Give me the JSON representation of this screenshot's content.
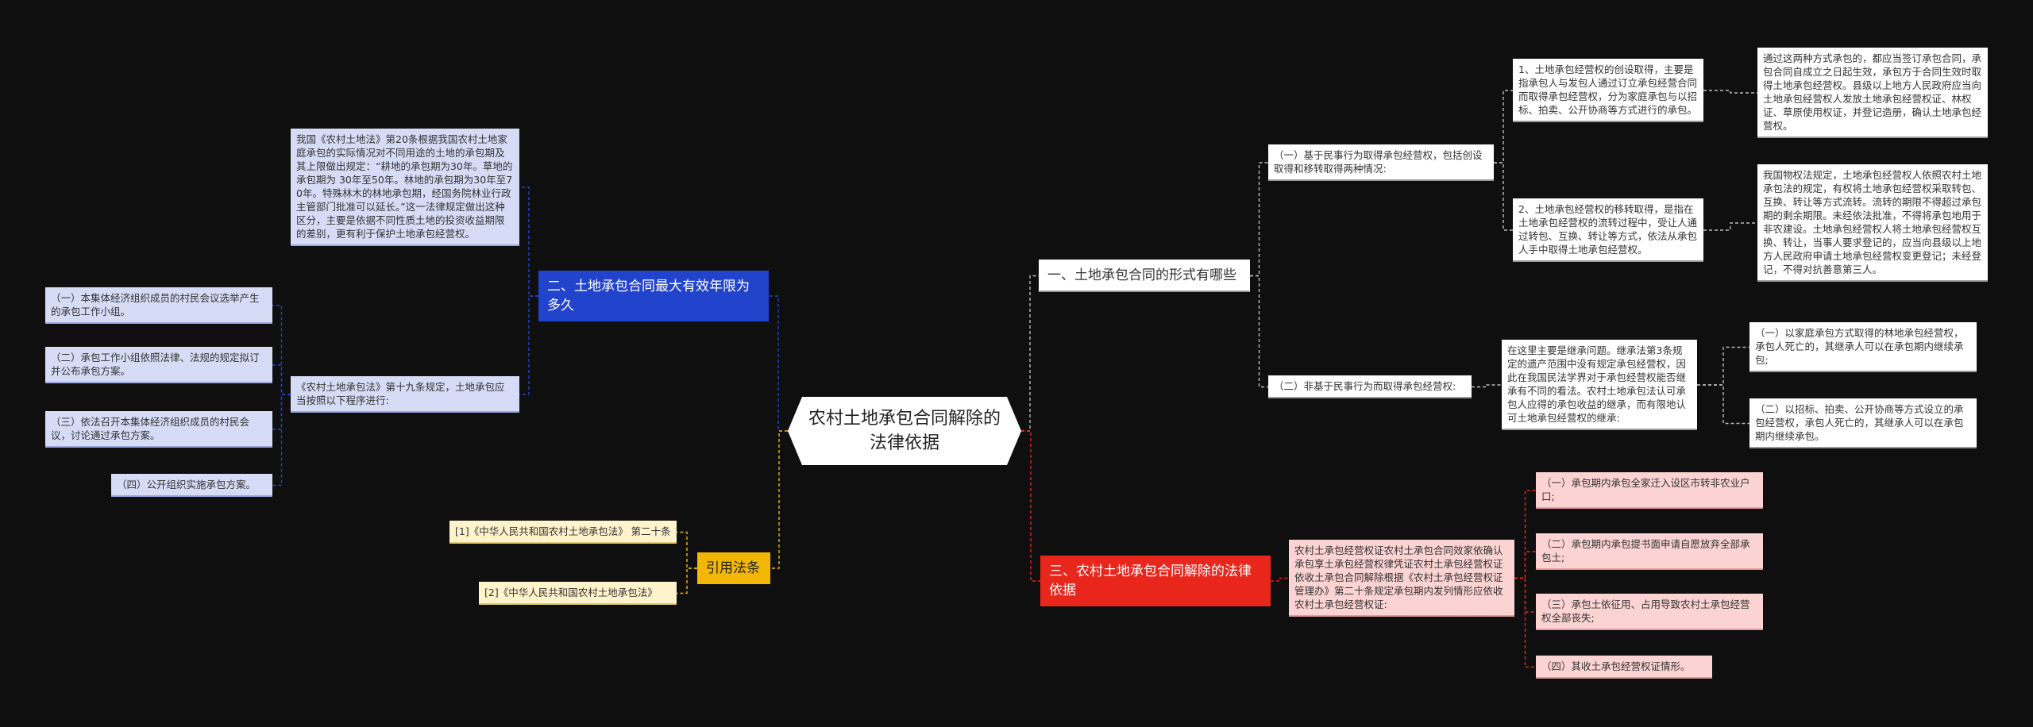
{
  "root": {
    "label": "农村土地承包合同解除的法律依据"
  },
  "branches": {
    "form": {
      "label": "一、土地承包合同的形式有哪些",
      "civil": {
        "label": "（一）基于民事行为取得承包经营权，包括创设取得和移转取得两种情况:",
        "create": {
          "label": "1、土地承包经营权的创设取得，主要是指承包人与发包人通过订立承包经营合同而取得承包经营权，分为家庭承包与以招标、拍卖、公开协商等方式进行的承包。",
          "detail": "通过这两种方式承包的，都应当签订承包合同，承包合同自成立之日起生效，承包方于合同生效时取得土地承包经营权。县级以上地方人民政府应当向土地承包经营权人发放土地承包经营权证、林权证、草原使用权证，并登记造册，确认土地承包经营权。"
        },
        "transfer": {
          "label": "2、土地承包经营权的移转取得，是指在土地承包经营权的流转过程中，受让人通过转包、互换、转让等方式，依法从承包人手中取得土地承包经营权。",
          "detail": "我国物权法规定，土地承包经营权人依照农村土地承包法的规定，有权将土地承包经营权采取转包、互换、转让等方式流转。流转的期限不得超过承包期的剩余期限。未经依法批准，不得将承包地用于非农建设。土地承包经营权人将土地承包经营权互换、转让，当事人要求登记的，应当向县级以上地方人民政府申请土地承包经营权变更登记；未经登记，不得对抗善意第三人。"
        }
      },
      "noncivil": {
        "label": "（二）非基于民事行为而取得承包经营权:",
        "inherit": {
          "label": "在这里主要是继承问题。继承法第3条规定的遗产范围中没有规定承包经营权，因此在我国民法学界对于承包经营权能否继承有不同的看法。农村土地承包法认可承包人应得的承包收益的继承，而有限地认可土地承包经营权的继承:",
          "item1": "（一）以家庭承包方式取得的林地承包经营权，承包人死亡的，其继承人可以在承包期内继续承包;",
          "item2": "（二）以招标、拍卖、公开协商等方式设立的承包经营权，承包人死亡的，其继承人可以在承包期内继续承包。"
        }
      }
    },
    "term": {
      "label": "二、土地承包合同最大有效年限为多久",
      "law": "我国《农村土地法》第20条根据我国农村土地家庭承包的实际情况对不同用途的土地的承包期及其上限做出规定：“耕地的承包期为30年。草地的承包期为 30年至50年。林地的承包期为30年至70年。特殊林木的林地承包期，经国务院林业行政主管部门批准可以延长。”这一法律规定做出这种区分，主要是依据不同性质土地的投资收益期限的差别，更有利于保护土地承包经营权。",
      "procedure": {
        "label": "《农村土地承包法》第十九条规定，土地承包应当按照以下程序进行:",
        "steps": [
          "（一）本集体经济组织成员的村民会议选举产生的承包工作小组。",
          "（二）承包工作小组依照法律、法规的规定拟订并公布承包方案。",
          "（三）依法召开本集体经济组织成员的村民会议，讨论通过承包方案。",
          "（四）公开组织实施承包方案。"
        ]
      }
    },
    "refs": {
      "label": "引用法条",
      "items": [
        "[1]《中华人民共和国农村土地承包法》 第二十条",
        "[2]《中华人民共和国农村土地承包法》"
      ]
    },
    "cancel": {
      "label": "三、农村土地承包合同解除的法律依据",
      "basis": "农村土承包经营权证农村土承包合同效家依确认承包享土承包经营权律凭证农村土承包经营权证依收土承包合同解除根据《农村土承包经营权证管理办》第二十条规定承包期内发列情形应依收农村土承包经营权证:",
      "cases": [
        "（一）承包期内承包全家迁入设区市转非农业户口;",
        "（二）承包期内承包提书面申请自愿放弃全部承包土;",
        "（三）承包土依征用、占用导致农村土承包经营权全部丧失;",
        "（四）其收土承包经营权证情形。"
      ]
    }
  },
  "colors": {
    "background": "#0f0f0f",
    "blue": "#2244cc",
    "red": "#e8261c",
    "gold": "#f2b705",
    "white_link": "#bbbbbb"
  }
}
